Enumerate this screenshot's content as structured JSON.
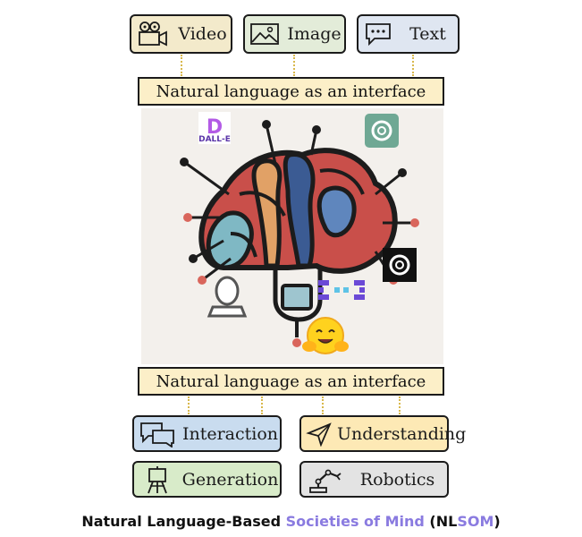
{
  "top_modalities": [
    {
      "label": "Video",
      "icon": "video-camera-icon",
      "color": "#f3eacb"
    },
    {
      "label": "Image",
      "icon": "image-icon",
      "color": "#e3ecd9"
    },
    {
      "label": "Text",
      "icon": "speech-bubble-icon",
      "color": "#dfe6f1"
    }
  ],
  "interface_band_top": "Natural language as an interface",
  "interface_band_bottom": "Natural language as an interface",
  "center_logos": {
    "dalle_text": "DALL-E",
    "dalle_letter": "D"
  },
  "capabilities": [
    {
      "label": "Interaction",
      "icon": "chat-bubbles-icon",
      "color": "#c9dcef"
    },
    {
      "label": "Understanding",
      "icon": "paper-plane-icon",
      "color": "#fde9b5"
    },
    {
      "label": "Generation",
      "icon": "easel-icon",
      "color": "#d8ebc9"
    },
    {
      "label": "Robotics",
      "icon": "robot-arm-icon",
      "color": "#e3e3e3"
    }
  ],
  "caption": {
    "part1": "Natural Language-Based ",
    "part2": "Societies of Mind",
    "part3": " (",
    "part4": "NL",
    "part5": "SOM",
    "part6": ")"
  }
}
